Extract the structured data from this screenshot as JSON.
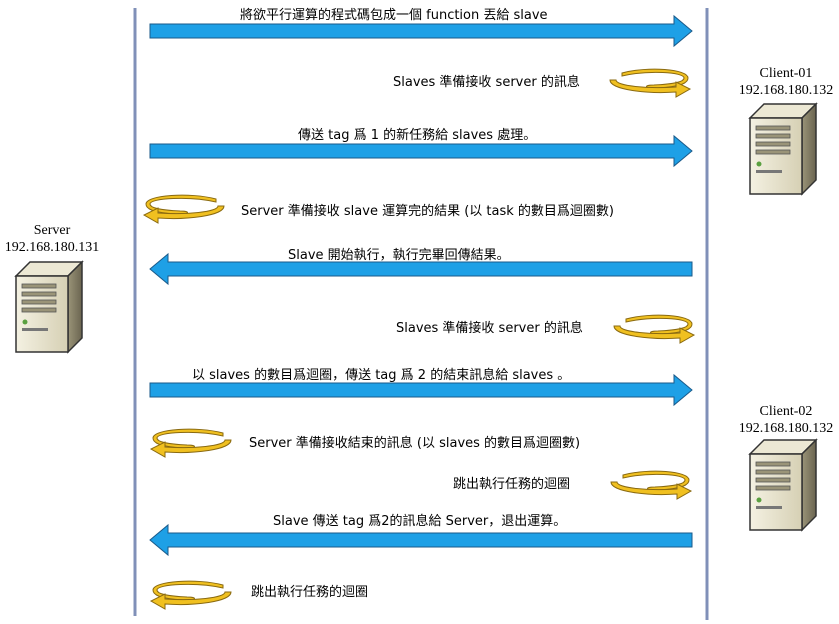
{
  "server": {
    "name": "Server",
    "ip": "192.168.180.131"
  },
  "client1": {
    "name": "Client-01",
    "ip": "192.168.180.132"
  },
  "client2": {
    "name": "Client-02",
    "ip": "192.168.180.132"
  },
  "colors": {
    "arrow_fill": "#1ea0e6",
    "loop_fill": "#f0c020",
    "loop_stroke": "#8a6a10",
    "lifeline": "#8090b8"
  },
  "messages": [
    {
      "text": "將欲平行運算的程式碼包成一個 function 丟給 slave",
      "kind": "arrow-right"
    },
    {
      "text": "Slaves 準備接收 server 的訊息",
      "kind": "loop-right"
    },
    {
      "text": "傳送 tag 爲 1 的新任務給 slaves 處理。",
      "kind": "arrow-right"
    },
    {
      "text": "Server 準備接收 slave 運算完的結果 (以 task 的數目爲迴圈數)",
      "kind": "loop-left"
    },
    {
      "text": "Slave 開始執行，執行完畢回傳結果。",
      "kind": "arrow-left"
    },
    {
      "text": "Slaves 準備接收 server 的訊息",
      "kind": "loop-right"
    },
    {
      "text": "以 slaves 的數目爲迴圈，傳送 tag 爲 2 的結束訊息給 slaves 。",
      "kind": "arrow-right"
    },
    {
      "text": "Server 準備接收結束的訊息 (以 slaves  的數目爲迴圈數)",
      "kind": "loop-left"
    },
    {
      "text": "跳出執行任務的迴圈",
      "kind": "loop-right"
    },
    {
      "text": "Slave 傳送 tag 爲2的訊息給 Server，退出運算。",
      "kind": "arrow-left"
    },
    {
      "text": "跳出執行任務的迴圈",
      "kind": "loop-left"
    }
  ]
}
